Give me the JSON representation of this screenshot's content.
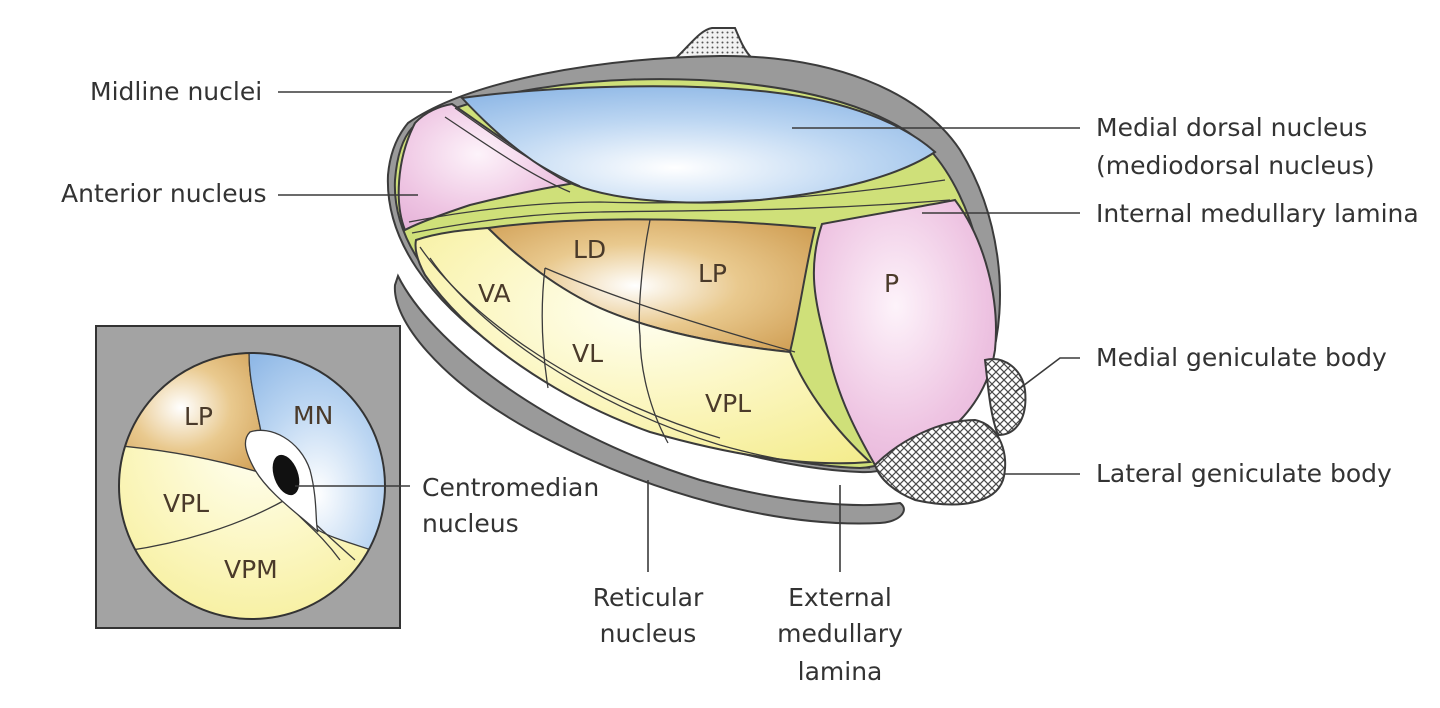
{
  "labels": {
    "midline_nuclei": "Midline nuclei",
    "anterior_nucleus": "Anterior nucleus",
    "medial_dorsal_line1": "Medial dorsal nucleus",
    "medial_dorsal_line2": "(mediodorsal nucleus)",
    "internal_medullary_lamina": "Internal medullary lamina",
    "medial_geniculate_body": "Medial geniculate body",
    "lateral_geniculate_body": "Lateral geniculate body",
    "centromedian_line1": "Centromedian",
    "centromedian_line2": "nucleus",
    "reticular_line1": "Reticular",
    "reticular_line2": "nucleus",
    "external_line1": "External",
    "external_line2": "medullary",
    "external_line3": "lamina"
  },
  "nuclei": {
    "va": "VA",
    "ld": "LD",
    "lp": "LP",
    "vl": "VL",
    "vpl": "VPL",
    "p": "P"
  },
  "inset": {
    "lp": "LP",
    "mn": "MN",
    "vpl": "VPL",
    "vpm": "VPM"
  },
  "colors": {
    "blue": "#9ec3ea",
    "pink": "#e7b8d9",
    "orange": "#d8ab63",
    "yellow": "#f6ef98",
    "lamina_green": "#cfe079",
    "gray": "#9a9a9a",
    "inset_bg": "#a3a3a3"
  }
}
